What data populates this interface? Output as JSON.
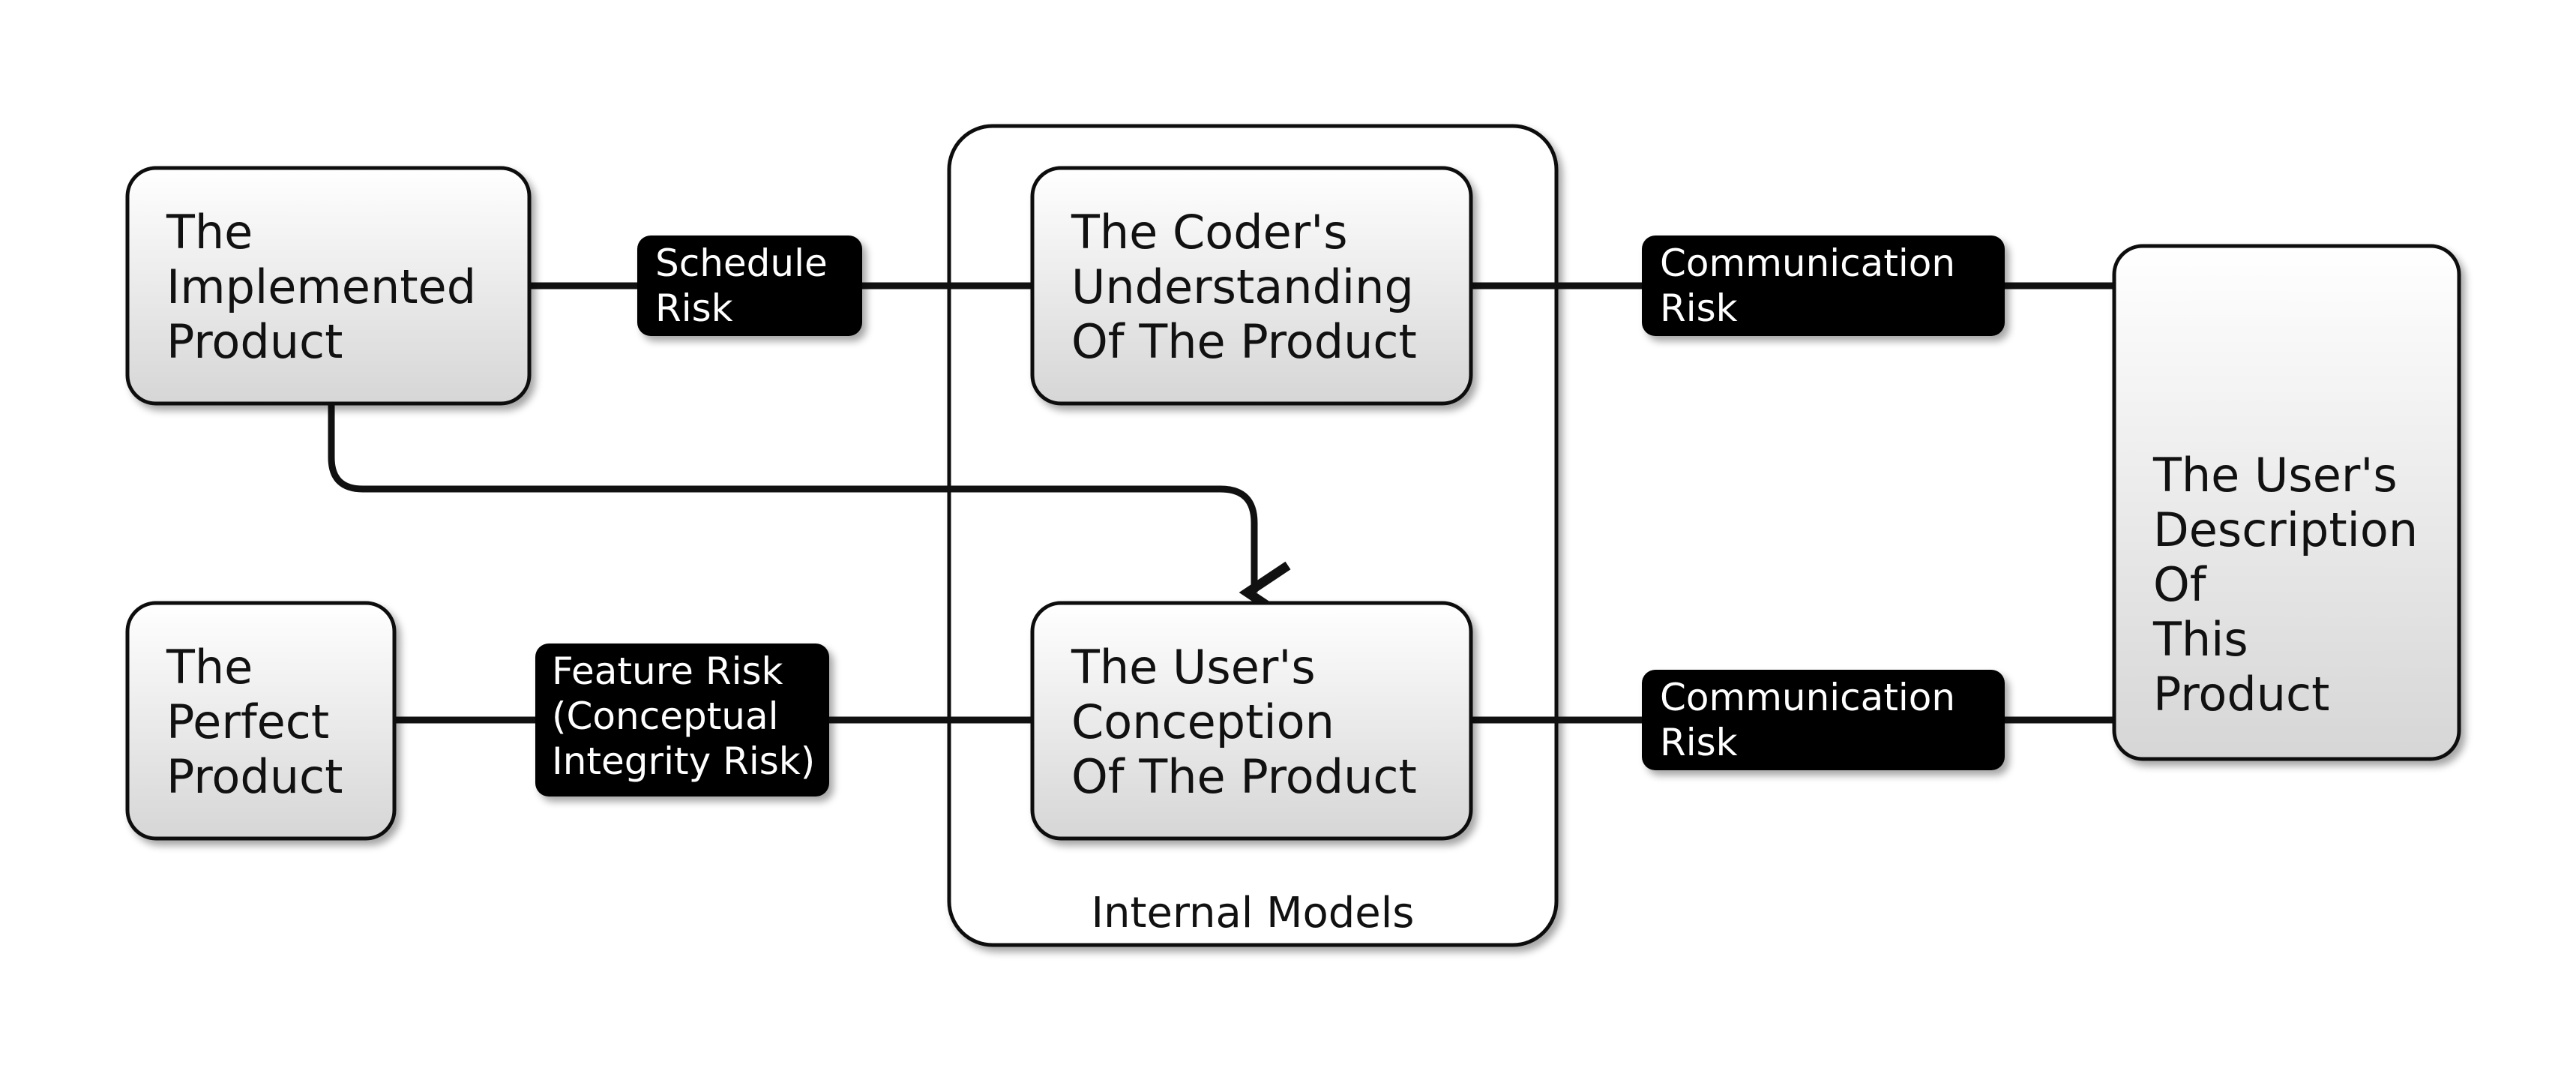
{
  "nodes": {
    "implemented": {
      "lines": [
        "The",
        "Implemented",
        "Product"
      ]
    },
    "coder": {
      "lines": [
        "The Coder's",
        "Understanding",
        "Of The Product"
      ]
    },
    "perfect": {
      "lines": [
        "The",
        "Perfect",
        "Product"
      ]
    },
    "conception": {
      "lines": [
        "The User's",
        "Conception",
        "Of The Product"
      ]
    },
    "description": {
      "lines": [
        "The User's",
        "Description",
        "Of",
        "This",
        "Product"
      ]
    }
  },
  "edge_labels": {
    "schedule": {
      "lines": [
        "Schedule",
        "Risk"
      ]
    },
    "comm_top": {
      "lines": [
        "Communication",
        "Risk"
      ]
    },
    "feature": {
      "lines": [
        "Feature Risk",
        "(Conceptual",
        "Integrity Risk)"
      ]
    },
    "comm_bottom": {
      "lines": [
        "Communication",
        "Risk"
      ]
    }
  },
  "group": {
    "label": "Internal Models"
  },
  "colors": {
    "stroke": "#111111",
    "label_bg": "#000000",
    "box_top": "#ffffff",
    "box_bottom": "#d9d9d9"
  }
}
